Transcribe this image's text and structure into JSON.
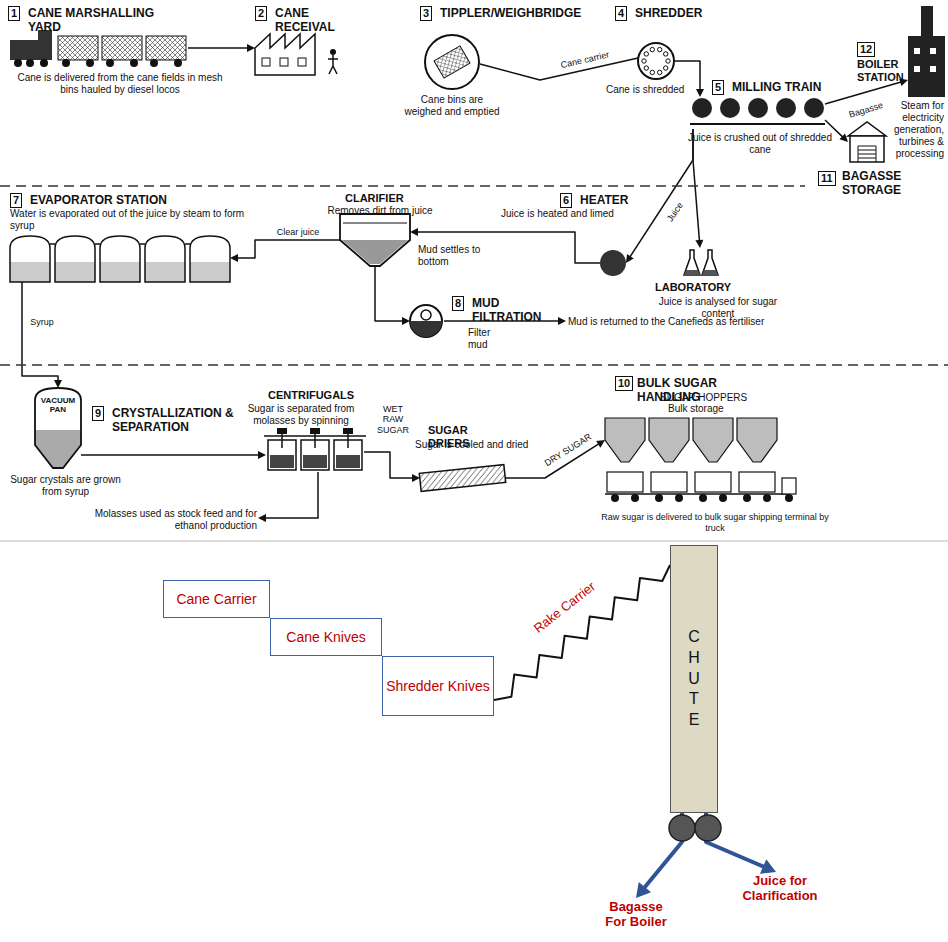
{
  "diagram": {
    "nodes": [
      {
        "text": [
          "1",
          "CANE MARSHALLING YARD",
          "Cane is delivered from the cane fields in mesh bins hauled by diesel locos"
        ]
      },
      {
        "text": [
          "2",
          "CANE RECEIVAL"
        ]
      },
      {
        "text": [
          "3",
          "TIPPLER/WEIGHBRIDGE",
          "Cane bins are weighed and emptied"
        ]
      },
      {
        "text": [
          "4",
          "SHREDDER",
          "Cane is shredded"
        ]
      },
      {
        "text": [
          "5",
          "MILLING TRAIN",
          "Juice is crushed out of shredded cane"
        ]
      },
      {
        "text": [
          "12",
          "BOILER STATION",
          "Steam for electricity generation, turbines & processing"
        ]
      },
      {
        "text": [
          "11",
          "BAGASSE STORAGE"
        ]
      },
      {
        "text": [
          "6",
          "HEATER",
          "Juice is heated and limed"
        ]
      },
      {
        "text": [
          "LABORATORY",
          "Juice is analysed for sugar content"
        ]
      },
      {
        "text": [
          "CLARIFIER",
          "Removes dirt from juice",
          "Mud settles to bottom"
        ]
      },
      {
        "text": [
          "8",
          "MUD FILTRATION",
          "Filter mud"
        ]
      },
      {
        "text": [
          "7",
          "EVAPORATOR STATION",
          "Water is evaporated out of the juice by steam to form syrup"
        ]
      },
      {
        "text": [
          "VACUUM PAN",
          "9",
          "CRYSTALLIZATION & SEPARATION",
          "Sugar crystals are grown from syrup"
        ]
      },
      {
        "text": [
          "CENTRIFUGALS",
          "Sugar is separated from molasses by spinning"
        ]
      },
      {
        "text": [
          "SUGAR DRIERS",
          "Sugar is cooled and dried"
        ]
      },
      {
        "text": [
          "10",
          "BULK SUGAR HANDLING",
          "SUGAR HOPPERS",
          "Bulk storage",
          "Raw sugar is delivered to bulk sugar shipping terminal by truck"
        ]
      },
      {
        "text": [
          "Cane Carrier"
        ]
      },
      {
        "text": [
          "Cane Knives"
        ]
      },
      {
        "text": [
          "Shredder Knives"
        ]
      },
      {
        "text": [
          "CHUTE"
        ]
      },
      {
        "text": [
          "Bagasse For Boiler"
        ]
      },
      {
        "text": [
          "Juice for Clarification"
        ]
      }
    ],
    "edges": [
      {
        "from": 0,
        "to": 1,
        "arrow": "to"
      },
      {
        "from": 2,
        "to": 3,
        "label": "Cane carrier",
        "arrow": "none"
      },
      {
        "from": 3,
        "to": 4,
        "arrow": "to"
      },
      {
        "from": 4,
        "to": 5,
        "label": "Bagasse",
        "arrow": "to"
      },
      {
        "from": 4,
        "to": 6,
        "arrow": "to"
      },
      {
        "from": 4,
        "to": 7,
        "label": "Juice",
        "arrow": "to"
      },
      {
        "from": 4,
        "to": 8,
        "arrow": "to"
      },
      {
        "from": 7,
        "to": 9,
        "arrow": "to"
      },
      {
        "from": 9,
        "to": 10,
        "arrow": "to"
      },
      {
        "from": 9,
        "to": 11,
        "label": "Clear juice",
        "arrow": "to"
      },
      {
        "from": 11,
        "to": 12,
        "label": "Syrup",
        "arrow": "to"
      },
      {
        "from": 12,
        "to": 13,
        "arrow": "to"
      },
      {
        "from": 13,
        "to": 14,
        "label": "WET RAW SUGAR",
        "arrow": "to"
      },
      {
        "from": 14,
        "to": 15,
        "label": "DRY SUGAR",
        "arrow": "to"
      },
      {
        "from": 18,
        "to": 19,
        "label": "Rake Carrier",
        "arrow": "none"
      },
      {
        "from": 19,
        "to": 20,
        "arrow": "to"
      },
      {
        "from": 19,
        "to": 21,
        "arrow": "to"
      }
    ],
    "labels": [
      "Mud is returned to the Canefieds as fertiliser",
      "Molasses used as stock feed and for ethanol production"
    ]
  }
}
